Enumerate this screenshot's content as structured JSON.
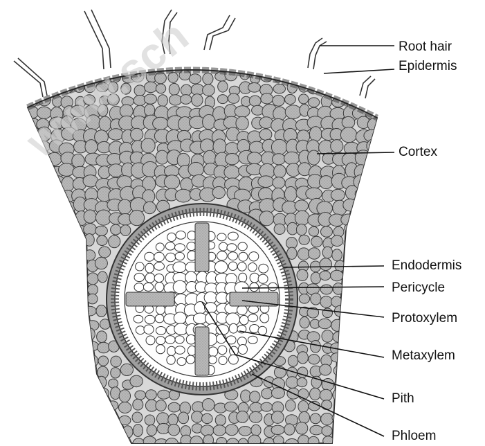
{
  "watermark": "www.sch",
  "labels": {
    "root_hair": "Root hair",
    "epidermis": "Epidermis",
    "cortex": "Cortex",
    "endodermis": "Endodermis",
    "pericycle": "Pericycle",
    "protoxylem": "Protoxylem",
    "metaxylem": "Metaxylem",
    "pith": "Pith",
    "phloem": "Phloem"
  },
  "colors": {
    "cell_fill": "#b4b4b4",
    "cell_stroke": "#3a3a3a",
    "line": "#111111"
  }
}
